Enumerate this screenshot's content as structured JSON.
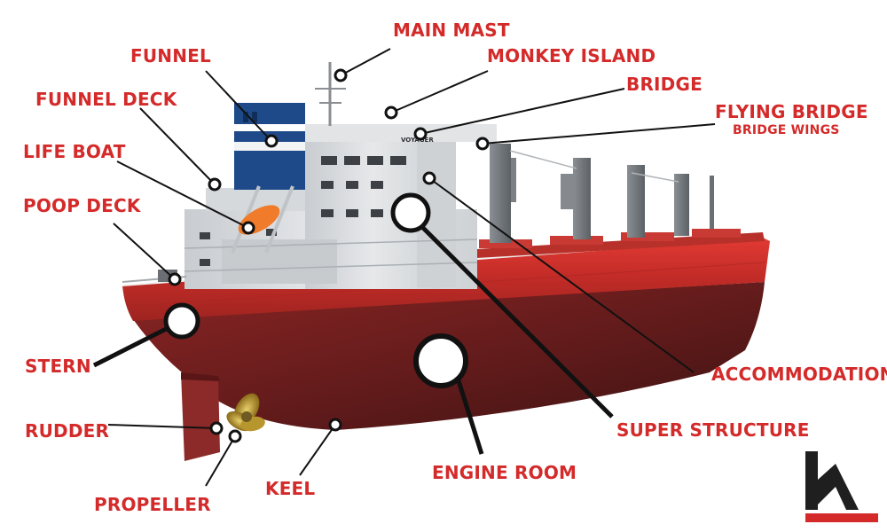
{
  "labels": {
    "main_mast": "MAIN MAST",
    "monkey_island": "MONKEY ISLAND",
    "funnel": "FUNNEL",
    "bridge": "BRIDGE",
    "funnel_deck": "FUNNEL DECK",
    "flying_bridge": "FLYING BRIDGE",
    "bridge_wings": "BRIDGE WINGS",
    "life_boat": "LIFE BOAT",
    "poop_deck": "POOP DECK",
    "stern": "STERN",
    "accommodation": "ACCOMMODATION",
    "rudder": "RUDDER",
    "super_structure": "SUPER STRUCTURE",
    "engine_room": "ENGINE ROOM",
    "keel": "KEEL",
    "propeller": "PROPELLER"
  },
  "ship": {
    "name": "VOYAGER"
  },
  "colors": {
    "label_red": "#d42a2a",
    "hull_red": "#d8352f",
    "hull_dark": "#6e1c1c",
    "superstructure": "#dcdfe2",
    "funnel_blue": "#1f4a8a",
    "crane_grey": "#6f7478",
    "logo_dark": "#1f1f1f"
  }
}
